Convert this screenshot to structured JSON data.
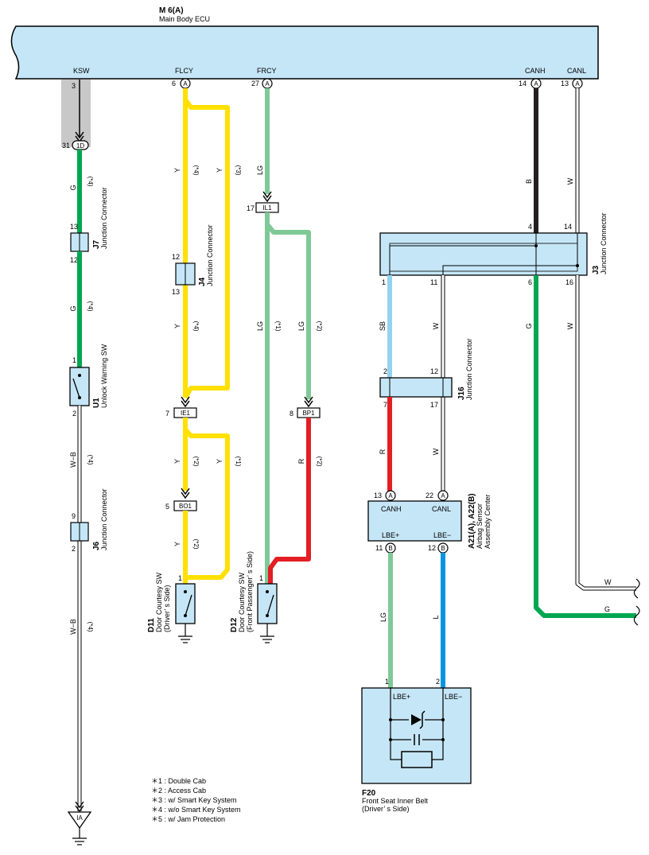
{
  "ecu": {
    "id": "M 6(A)",
    "name": "Main Body ECU"
  },
  "ecu_pins": [
    {
      "name": "KSW",
      "num": "3",
      "letter": ""
    },
    {
      "name": "FLCY",
      "num": "6",
      "letter": "A"
    },
    {
      "name": "FRCY",
      "num": "27",
      "letter": "A"
    },
    {
      "name": "CANH",
      "num": "14",
      "letter": "A"
    },
    {
      "name": "CANL",
      "num": "13",
      "letter": "A"
    }
  ],
  "connectors": {
    "c1D": {
      "label": "1D",
      "pin": "31"
    },
    "cIL1": {
      "label": "IL1",
      "pin": "17"
    },
    "cIE1": {
      "label": "IE1",
      "pin": "7"
    },
    "cBP1": {
      "label": "BP1",
      "pin": "8"
    },
    "cBO1": {
      "label": "BO1",
      "pin": "5"
    },
    "cIA": {
      "label": "IA"
    }
  },
  "components": {
    "J7": {
      "id": "J7",
      "name": "Junction Connector",
      "pin_top": "13",
      "pin_bottom": "12"
    },
    "J4": {
      "id": "J4",
      "name": "Junction Connector",
      "pin_top": "12",
      "pin_bottom": "13"
    },
    "U1": {
      "id": "U1",
      "name": "Unlock Warning SW",
      "pin_top": "1",
      "pin_bottom": "2"
    },
    "J6": {
      "id": "J6",
      "name": "Junction Connector",
      "pin_top": "9",
      "pin_bottom": "2"
    },
    "J3": {
      "id": "J3",
      "name": "Junction Connector",
      "pins": [
        "4",
        "14",
        "1",
        "11",
        "6",
        "16"
      ]
    },
    "J16": {
      "id": "J16",
      "name": "Junction Connector",
      "pins": [
        "2",
        "12",
        "7",
        "17"
      ]
    },
    "A21": {
      "id": "A21(A), A22(B)",
      "name1": "Airbag Sensor",
      "name2": "Assembly Center",
      "term_canh": "CANH",
      "term_canl": "CANL",
      "term_lbep": "LBE+",
      "term_lben": "LBE−",
      "pin_canh": "13",
      "pin_canl": "22",
      "pin_lbep": "11",
      "pin_lben": "12",
      "letter_a": "A",
      "letter_b": "B"
    },
    "D11": {
      "id": "D11",
      "name1": "Door Courtesy SW",
      "name2": "(Driver’ s Side)",
      "pin": "1"
    },
    "D12": {
      "id": "D12",
      "name1": "Door Courtesy SW",
      "name2": "(Front Passenger’ s Side)",
      "pin": "1"
    },
    "F20": {
      "id": "F20",
      "name1": "Front Seat Inner Belt",
      "name2": "(Driver’ s Side)",
      "term_p": "LBE+",
      "term_n": "LBE−",
      "pin_p": "1",
      "pin_n": "2"
    }
  },
  "wire_labels": {
    "ksw_g1": "G",
    "ksw_g1_n": "(*4)",
    "ksw_g2": "G",
    "ksw_g2_n": "(*4)",
    "ksw_wb1": "W−B",
    "ksw_wb1_n": "(*4)",
    "ksw_wb2": "W−B",
    "ksw_wb2_n": "(*4)",
    "fl_y1": "Y",
    "fl_y1_n": "(*4)",
    "fl_y2": "Y",
    "fl_y2_n": "(*3)",
    "fl_y3": "Y",
    "fl_y3_n": "(*4)",
    "fl_y4": "Y",
    "fl_y4_n": "(*2)",
    "fl_y5": "Y",
    "fl_y5_n": "(*1)",
    "fl_y6": "Y",
    "fl_y6_n": "(*2)",
    "fr_lg0": "LG",
    "fr_lg1": "LG",
    "fr_lg1_n": "(*1)",
    "fr_lg2": "LG",
    "fr_lg2_n": "(*2)",
    "fr_r": "R",
    "fr_r_n": "(*2)",
    "canh_b": "B",
    "canl_w": "W",
    "sb": "SB",
    "w11": "W",
    "j3g": "G",
    "j3w": "W",
    "r7": "R",
    "w17": "W",
    "lg_f": "LG",
    "l_f": "L",
    "out_w": "W",
    "out_g": "G"
  },
  "notes": [
    "＊1 : Double Cab",
    "＊2 : Access Cab",
    "＊3 : w/ Smart Key System",
    "＊4 : w/o Smart Key System",
    "＊5 : w/ Jam Protection"
  ],
  "colors": {
    "G": "#00a651",
    "Y": "#ffe000",
    "LG": "#7fc997",
    "R": "#e31e24",
    "B": "#231f20",
    "SB": "#93d3f0",
    "L": "#0096e0",
    "ecu_fill": "#c5e6f7"
  }
}
